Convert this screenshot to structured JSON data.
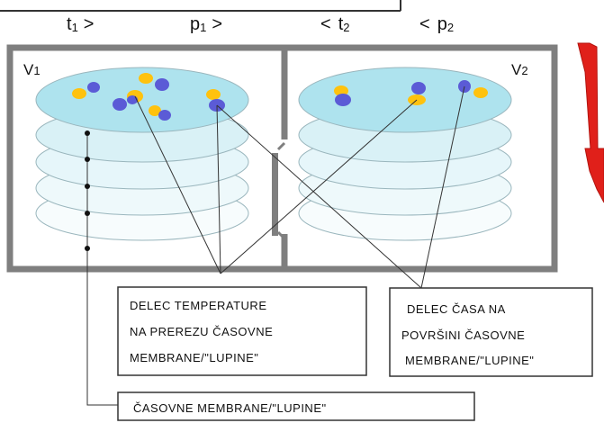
{
  "headers": {
    "t1": {
      "base": "t",
      "sub": "1",
      "symbol": ">"
    },
    "p1": {
      "base": "p",
      "sub": "1",
      "symbol": ">"
    },
    "t2": {
      "symbol": "<",
      "base": "t",
      "sub": "2"
    },
    "p2": {
      "symbol": "<",
      "base": "p",
      "sub": "2"
    }
  },
  "volumes": {
    "left": {
      "base": "V",
      "sub": "1"
    },
    "right": {
      "base": "V",
      "sub": "2"
    }
  },
  "labels": {
    "temperature_particle": [
      "DELEC TEMPERATURE",
      "NA PREREZU ČASOVNE",
      "MEMBRANE/\"LUPINE\""
    ],
    "time_particle": [
      "DELEC ČASA NA",
      "POVRŠINI ČASOVNE",
      "MEMBRANE/\"LUPINE\""
    ],
    "time_membranes": "ČASOVNE MEMBRANE/\"LUPINE\""
  },
  "colors": {
    "wall": "#7f7f7f",
    "disk_top": "#aee3ee",
    "disk_layer": "#e6f6fa",
    "particle_yellow": "#ffc20e",
    "particle_blue": "#5b5bd6",
    "arrow": "#e0201a"
  }
}
